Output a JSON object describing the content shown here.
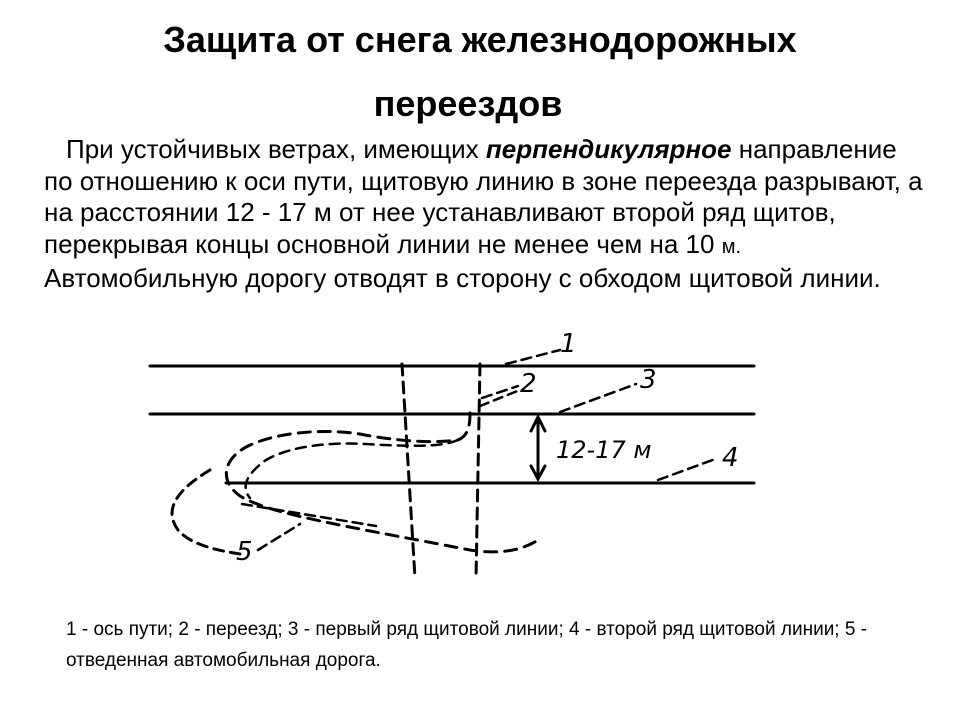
{
  "slide": {
    "title_line1": "Защита от снега железнодорожных",
    "title_line2": "переездов",
    "paragraph": {
      "part1": "При устойчивых ветрах, имеющих ",
      "emphasis": "перпендикулярное",
      "part2": " направление по отношению к оси пути, щитовую линию в зоне переезда разрывают, а на расстоянии 12 - 17 м от нее устанавливают второй ряд щитов, перекрывая концы основной линии не менее чем на 10 ",
      "unit_small": "м.",
      "part3": " Автомобильную дорогу отводят в сторону с обходом щитовой линии."
    },
    "caption": "1 - ось пути;  2 - переезд;  3 - первый ряд щитовой линии;  4 - второй ряд щитовой линии; 5 - отведенная автомобильная дорога."
  },
  "diagram": {
    "labels": {
      "n1": "1",
      "n2": "2",
      "n3": "3",
      "n4": "4",
      "n5": "5",
      "distance": "12-17 м"
    }
  }
}
